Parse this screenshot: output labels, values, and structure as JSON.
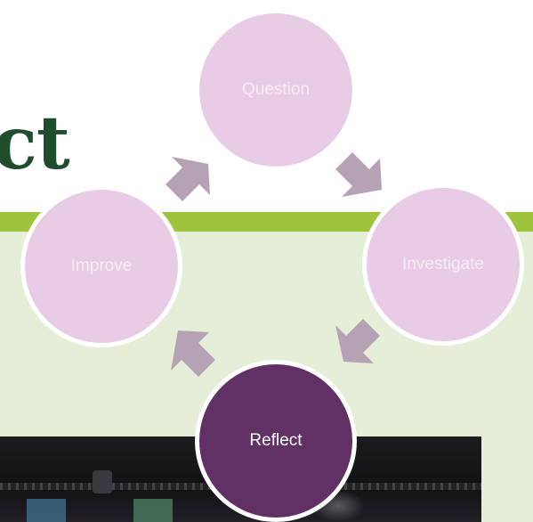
{
  "slide": {
    "title_fragment": "ct"
  },
  "cycle": {
    "nodes": [
      {
        "label": "Question",
        "state": "inactive"
      },
      {
        "label": "Investigate",
        "state": "inactive"
      },
      {
        "label": "Reflect",
        "state": "active"
      },
      {
        "label": "Improve",
        "state": "inactive"
      }
    ],
    "colors": {
      "inactive_fill": "#e8cce6",
      "active_fill": "#613064",
      "arrow": "#b5a3b5",
      "node_border": "#ffffff"
    }
  },
  "theme": {
    "title_color": "#1f4e2f",
    "accent_bar": "#9ec43e",
    "panel": "#e5efd7"
  }
}
